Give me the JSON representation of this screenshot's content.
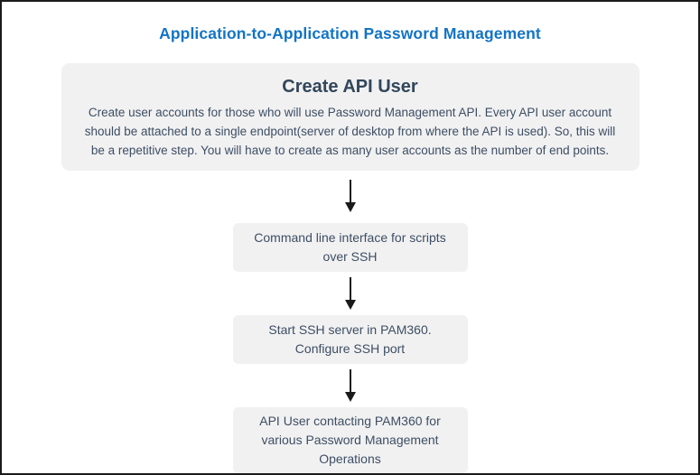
{
  "page": {
    "title": "Application-to-Application Password Management"
  },
  "flow": {
    "main_node": {
      "title": "Create API User",
      "description": "Create user accounts for those who will use Password Management API. Every API user account should be attached to a single endpoint(server of desktop from where the API is used). So, this will be a repetitive step. You will have to create as many user accounts as the number of end points."
    },
    "steps": [
      {
        "label": "Command line interface for scripts over SSH"
      },
      {
        "label": "Start SSH server in PAM360. Configure SSH port"
      },
      {
        "label": "API User contacting PAM360 for various Password Management Operations"
      }
    ]
  },
  "colors": {
    "title_blue": "#1274c5",
    "node_background": "#f1f1f2",
    "node_text": "#3d4e63",
    "arrow": "#1a1a1a",
    "frame_border": "#1b1b1b"
  }
}
